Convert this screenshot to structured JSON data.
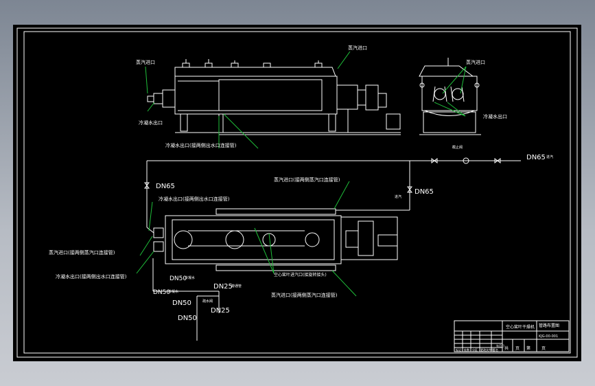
{
  "drawing": {
    "front_view": {
      "steam_inlet_left": "蒸汽进口",
      "steam_inlet_top": "蒸汽进口",
      "drain_outlet": "冷凝水出口",
      "drain_note": "冷凝水出口(接两侧出水口连接管)"
    },
    "side_view": {
      "steam_inlet": "蒸汽进口",
      "drain_outlet": "冷凝水出口"
    },
    "plan_view": {
      "dn65_main": "DN65",
      "dn65_main_note": "进汽",
      "dn65_left": "DN65",
      "dn65_right": "DN65",
      "dn65_right_note": "进汽",
      "steam_note_top": "蒸汽进口(接两侧蒸汽口连接管)",
      "drain_note_left": "冷凝水出口(接两侧出水口连接管)",
      "steam_note_left": "蒸汽进口(接两侧蒸汽口连接管)",
      "drain_note_left2": "冷凝水出口(接两侧出水口连接管)",
      "hollow_blade_note": "空心桨叶进汽口(接旋转接头)",
      "steam_note_bottom": "蒸汽进口(接两侧蒸汽口连接管)",
      "dn50_a": "DN50",
      "dn50_a_note": "冷凝水",
      "dn50_b": "DN50",
      "dn50_b_note": "冷凝水",
      "dn25_a": "DN25",
      "dn25_a_note": "旁通管",
      "dn50_c": "DN50",
      "dn50_d": "DN50",
      "dn25_b": "DN25",
      "valve_note": "截止阀",
      "trap_note": "疏水阀"
    },
    "title_block": {
      "product": "空心桨叶干燥机",
      "drawing_name": "管路布置图",
      "drawing_no": "KJG-00-001",
      "row_labels": [
        "标记",
        "处数",
        "分区",
        "更改文件号",
        "签名",
        "年月日"
      ],
      "bottom_cells": [
        "共",
        "页",
        "第",
        "页"
      ]
    }
  }
}
